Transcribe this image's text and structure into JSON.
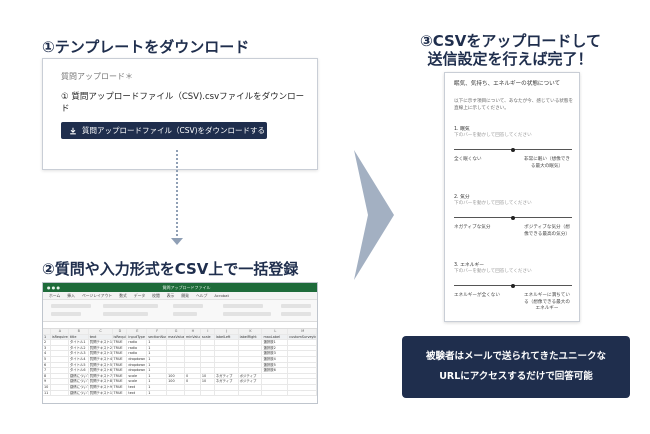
{
  "step1": {
    "title": "①テンプレートをダウンロード",
    "label": "質問アップロード＊",
    "description": "① 質問アップロードファイル（CSV).csvファイルをダウンロード",
    "button_label": "質問アップロードファイル（CSV)をダウンロードする"
  },
  "step2": {
    "title": "②質問や入力形式をCSV上で一括登録",
    "spreadsheet": {
      "window_title": "質問アップロードファイル",
      "menu": [
        "ホーム",
        "挿入",
        "ページレイアウト",
        "数式",
        "データ",
        "校閲",
        "表示",
        "開発",
        "ヘルプ",
        "Acrobat"
      ],
      "columns": [
        "",
        "A",
        "B",
        "C",
        "D",
        "E",
        "F",
        "G",
        "H",
        "I",
        "J",
        "K",
        "L",
        "M"
      ],
      "header_row": [
        "1",
        "isRequired",
        "title",
        "text",
        "isRequired",
        "inputType",
        "sectionNumber",
        "maxValue",
        "minValue",
        "scale",
        "labelLeft",
        "labelRight",
        "maxLabel",
        "customSurveyId"
      ],
      "rows": [
        [
          "2",
          "",
          "タイトル1",
          "質問テキスト1",
          "TRUE",
          "radio",
          "1",
          "",
          "",
          "",
          "",
          "",
          "選択肢1",
          ""
        ],
        [
          "3",
          "",
          "タイトル2",
          "質問テキスト2",
          "TRUE",
          "radio",
          "1",
          "",
          "",
          "",
          "",
          "",
          "選択肢2",
          ""
        ],
        [
          "4",
          "",
          "タイトル3",
          "質問テキスト3",
          "TRUE",
          "radio",
          "1",
          "",
          "",
          "",
          "",
          "",
          "選択肢3",
          ""
        ],
        [
          "5",
          "",
          "タイトル4",
          "質問テキスト4",
          "TRUE",
          "dropdown",
          "1",
          "",
          "",
          "",
          "",
          "",
          "選択肢4",
          ""
        ],
        [
          "6",
          "",
          "タイトル5",
          "質問テキスト5",
          "TRUE",
          "dropdown",
          "1",
          "",
          "",
          "",
          "",
          "",
          "選択肢5",
          ""
        ],
        [
          "7",
          "",
          "タイトル6",
          "質問テキスト6",
          "TRUE",
          "dropdown",
          "1",
          "",
          "",
          "",
          "",
          "",
          "選択肢6",
          ""
        ],
        [
          "8",
          "",
          "感情について",
          "質問テキスト7",
          "TRUE",
          "scale",
          "1",
          "100",
          "0",
          "10",
          "ネガティブ",
          "ポジティブ",
          "",
          ""
        ],
        [
          "9",
          "",
          "感情について",
          "質問テキスト8",
          "TRUE",
          "scale",
          "1",
          "100",
          "0",
          "10",
          "ネガティブ",
          "ポジティブ",
          "",
          ""
        ],
        [
          "10",
          "",
          "感情について",
          "質問テキスト9",
          "TRUE",
          "text",
          "1",
          "",
          "",
          "",
          "",
          "",
          "",
          ""
        ],
        [
          "11",
          "",
          "感情について",
          "質問テキスト10",
          "TRUE",
          "text",
          "1",
          "",
          "",
          "",
          "",
          "",
          "",
          ""
        ]
      ]
    }
  },
  "step3": {
    "title_line1": "③CSVをアップロードして",
    "title_line2": "送信設定を行えば完了！",
    "form": {
      "intro": "眠気、気持ち、エネルギーの状態について",
      "intro_sub": "以下に示す項目について、あなたが今、感じている状態を直線上に示してください。",
      "questions": [
        {
          "title": "1. 眠気",
          "hint": "下のバーを動かして回答してください",
          "left": "全く眠くない",
          "right": "非常に眠い（想像できる最大の眠気）"
        },
        {
          "title": "2. 気分",
          "hint": "下のバーを動かして回答してください",
          "left": "ネガティブな気分",
          "right": "ポジティブな気分（想像できる最高の気分）"
        },
        {
          "title": "3. エネルギー",
          "hint": "下のバーを動かして回答してください",
          "left": "エネルギーが全くない",
          "right": "エネルギーに満ちている（想像できる最大のエネルギー"
        }
      ]
    }
  },
  "info": {
    "line1": "被験者はメールで送られてきたユニークな",
    "line2": "URLにアクセスするだけで回答可能"
  },
  "colors": {
    "navy": "#1f2e4d",
    "excel_green": "#1e6b3a",
    "chevron": "#a3b0c2"
  }
}
